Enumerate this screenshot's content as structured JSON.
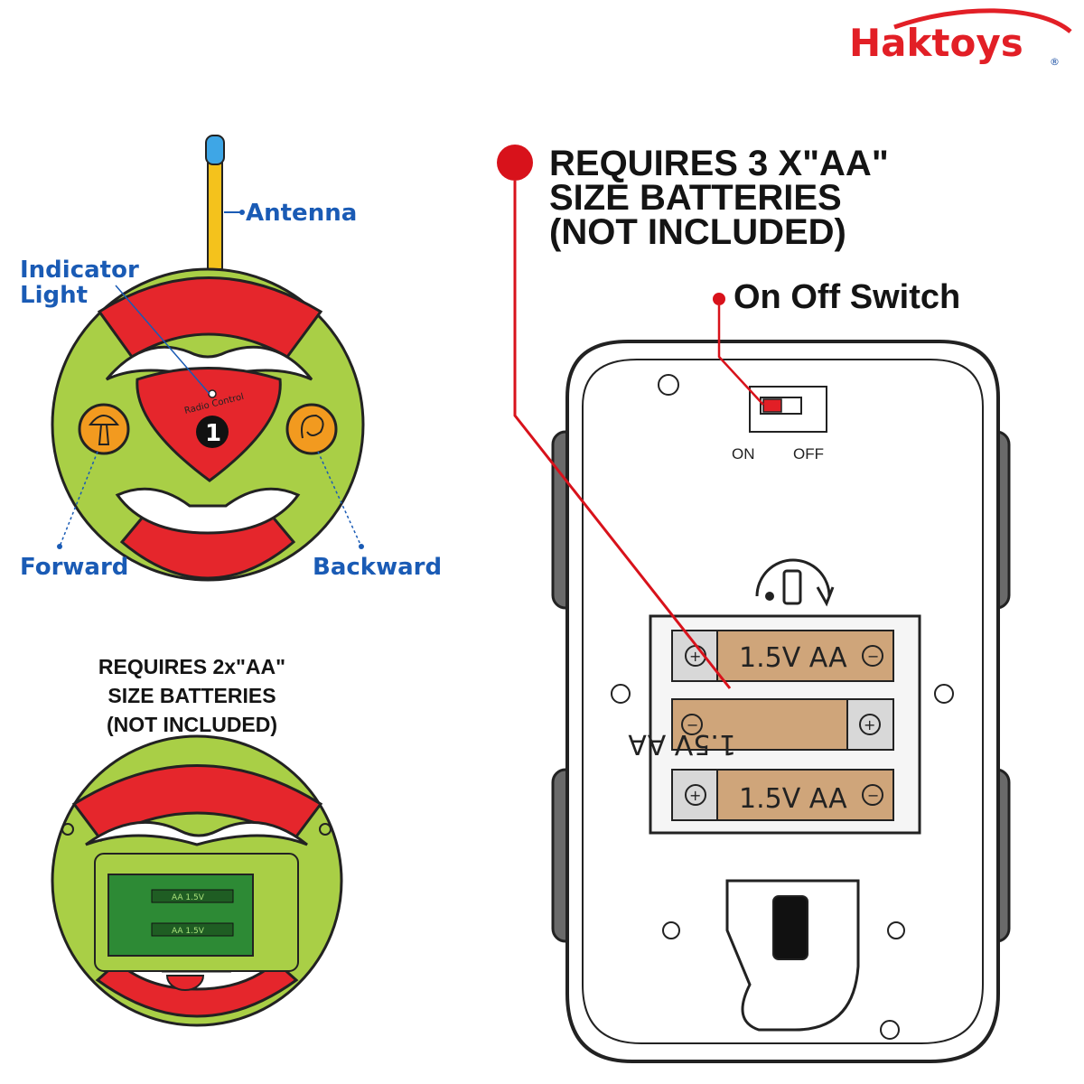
{
  "brand": {
    "logo_text": "Haktoys",
    "trademark": "®",
    "colors": {
      "red": "#e21f26",
      "blue": "#1a4fa3"
    }
  },
  "remote": {
    "labels": {
      "antenna": "Antenna",
      "indicator_light_line1": "Indicator",
      "indicator_light_line2": "Light",
      "forward": "Forward",
      "backward": "Backward"
    },
    "badge_text": "Radio Control",
    "badge_number": "1",
    "battery_note": {
      "line1": "REQUIRES 2x\"AA\"",
      "line2": "SIZE BATTERIES",
      "line3": "(NOT INCLUDED)"
    },
    "compartment_battery_label": "AA 1.5V"
  },
  "car": {
    "battery_note": {
      "line1": "REQUIRES 3 X\"AA\"",
      "line2": "SIZE BATTERIES",
      "line3": "(NOT INCLUDED)"
    },
    "switch_label": "On Off Switch",
    "switch_on": "ON",
    "switch_off": "OFF",
    "batteries": [
      "1.5V AA",
      "1.5V AA",
      "1.5V AA"
    ],
    "plus_symbol": "+",
    "minus_symbol": "−"
  },
  "colors": {
    "wheel_red": "#e5262c",
    "wheel_green": "#a9cf46",
    "button_orange": "#f29a1f",
    "label_blue": "#1a5bb5",
    "battery_tan": "#cfa57a",
    "callout_red": "#d8121b"
  }
}
